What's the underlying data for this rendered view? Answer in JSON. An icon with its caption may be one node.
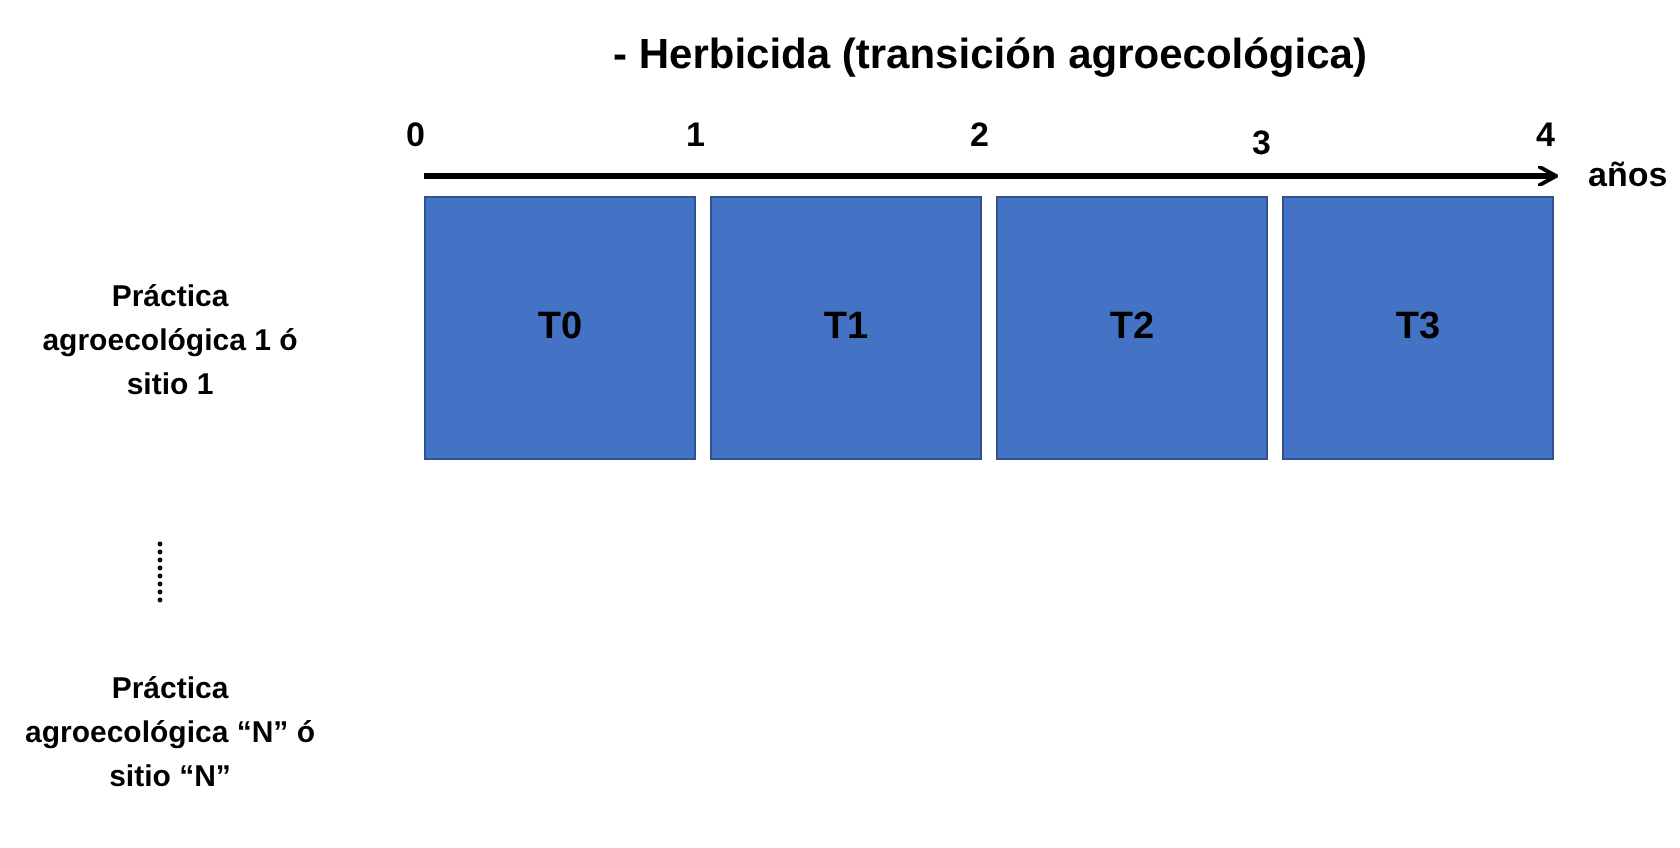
{
  "diagram": {
    "title": "- Herbicida (transición agroecológica)",
    "nodes": [
      {
        "text": [
          "T0"
        ]
      },
      {
        "text": [
          "T1"
        ]
      },
      {
        "text": [
          "T2"
        ]
      },
      {
        "text": [
          "T3"
        ]
      }
    ],
    "labels": [
      "0",
      "1",
      "2",
      "3",
      "4",
      "años",
      "Práctica agroecológica 1 ó sitio 1",
      "Práctica agroecológica “N” ó sitio “N”"
    ]
  }
}
